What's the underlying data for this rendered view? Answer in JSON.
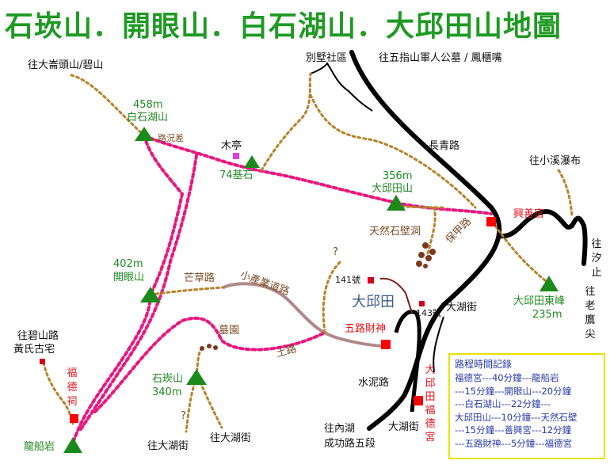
{
  "title": "石崁山．開眼山．白石湖山．大邱田山地圖",
  "peaks": [
    {
      "id": "baishihu",
      "name": "白石湖山",
      "elev": "458m"
    },
    {
      "id": "daqiutian",
      "name": "大邱田山",
      "elev": "356m"
    },
    {
      "id": "kaiyan",
      "name": "開眼山",
      "elev": "402m"
    },
    {
      "id": "shikan",
      "name": "石崁山",
      "elev": "340m"
    },
    {
      "id": "dongfeng",
      "name": "大邱田東峰",
      "elev": "235m"
    },
    {
      "id": "longchuan",
      "name": "龍船岩"
    }
  ],
  "labels": {
    "to_dalun": "往大崙頭山/碧山",
    "villa": "別墅社區",
    "to_wuzhi": "往五指山軍人公墓 / 鳳櫃嘴",
    "changqing": "長青路",
    "to_xiaoxi": "往小溪瀑布",
    "to_xizhi": "往汐止",
    "to_laoying": "往老鷹尖",
    "pavilion": "木亭",
    "base74": "74基石",
    "road_good": "路況差",
    "xingshan": "興善宮",
    "stone_wall": "天然石壁洞",
    "baojia": "保甲路",
    "num141": "141號",
    "num143": "143號",
    "daqiutian_area": "大邱田",
    "dahu_st1": "大湖街",
    "qiancao": "芒草路",
    "industry_rd": "小產業道路",
    "cemetery": "墓園",
    "dirt_rd": "土路",
    "wulu": "五路財神",
    "cement_rd": "水泥路",
    "fude_temple_v": "大邱田福德宮",
    "bishan_rd": "往碧山路",
    "huang_house": "黃氏古宅",
    "fude_ci": "福德祠",
    "to_dahu1": "往大湖街",
    "to_dahu2": "往大湖街",
    "to_neihu": "往內湖",
    "chenggong": "成功路五段",
    "dahu_st2": "大湖街",
    "question": "?"
  },
  "legend": {
    "title": "路程時間記錄",
    "lines": [
      "福德宮---40分鐘---龍船岩",
      "---15分鐘---開眼山---20分鐘",
      "---白石湖山---22分鐘---",
      "大邱田山---10分鐘---天然石壁",
      "---15分鐘---善興宮---12分鐘",
      "---五路財神---5分鐘---福德宮"
    ]
  },
  "colors": {
    "title": "#1f9a23",
    "pink_trail": "#e8177f",
    "brown_trail": "#b8822a",
    "road": "#000000",
    "industry_road": "#b08a8a",
    "peak": "#1a8a1a",
    "temple": "#ff0000",
    "legend_border": "#e8e200",
    "legend_text": "#2a3aa8"
  },
  "icons": [
    "peak-triangle-icon",
    "temple-square-icon",
    "pavilion-square-icon",
    "rock-dot-icon"
  ]
}
